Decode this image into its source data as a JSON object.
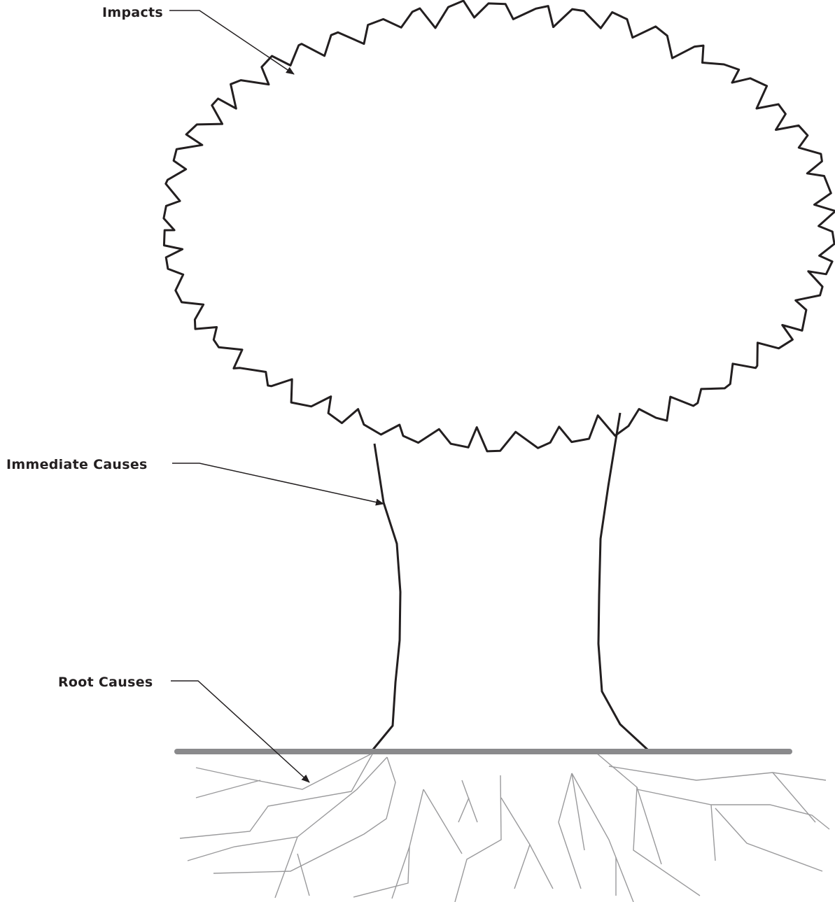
{
  "labels": {
    "impacts": "Impacts",
    "immediate_causes": "Immediate Causes",
    "root_causes": "Root Causes"
  },
  "colors": {
    "outline": "#231f20",
    "ground": "#8a8a8c",
    "roots": "#9a9a9c",
    "background": "#ffffff"
  }
}
